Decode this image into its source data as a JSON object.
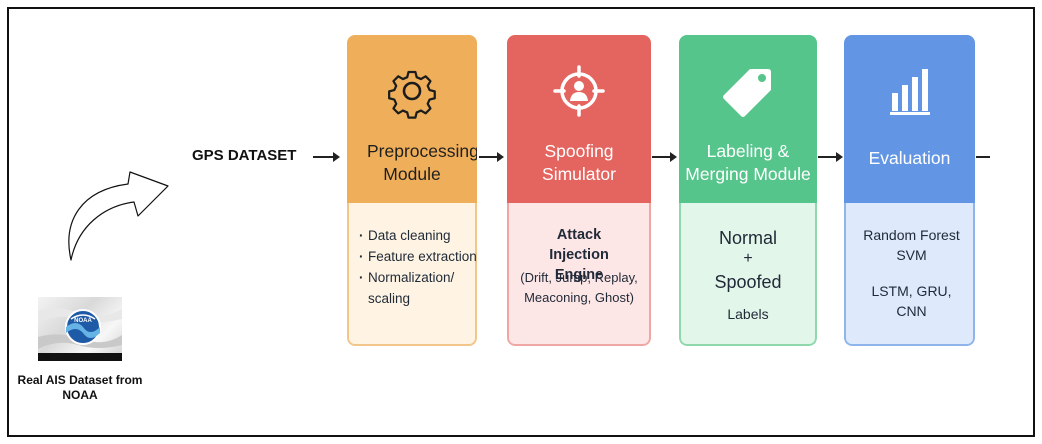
{
  "source": {
    "logo_text": "NOAA",
    "label": "Real AIS Dataset from NOAA"
  },
  "gps_label": "GPS DATASET",
  "modules": [
    {
      "title": "Preprocessing Module",
      "icon": "gear-icon",
      "head_color": "#EFAF5A",
      "body_color": "#FFF4E3",
      "border_color": "#F2C58A",
      "bullets": [
        "Data cleaning",
        "Feature extraction",
        "Normalization/ scaling"
      ]
    },
    {
      "title": "Spoofing Simulator",
      "icon": "target-person-icon",
      "head_color": "#E4645F",
      "body_color": "#FDE6E6",
      "border_color": "#EFA7A4",
      "heading": "Attack Injection Engine",
      "detail": "(Drift, Jump, Replay, Meaconing, Ghost)"
    },
    {
      "title": "Labeling & Merging Module",
      "icon": "tag-icon",
      "head_color": "#56C58C",
      "body_color": "#E3F6EA",
      "border_color": "#8FD8AE",
      "line1": "Normal",
      "plus": "+",
      "line2": "Spoofed",
      "labels": "Labels"
    },
    {
      "title": "Evaluation",
      "icon": "bar-chart-icon",
      "head_color": "#6296E4",
      "body_color": "#DEEAFB",
      "border_color": "#8FB4EC",
      "models1": "Random Forest SVM",
      "models2": "LSTM, GRU, CNN"
    }
  ]
}
